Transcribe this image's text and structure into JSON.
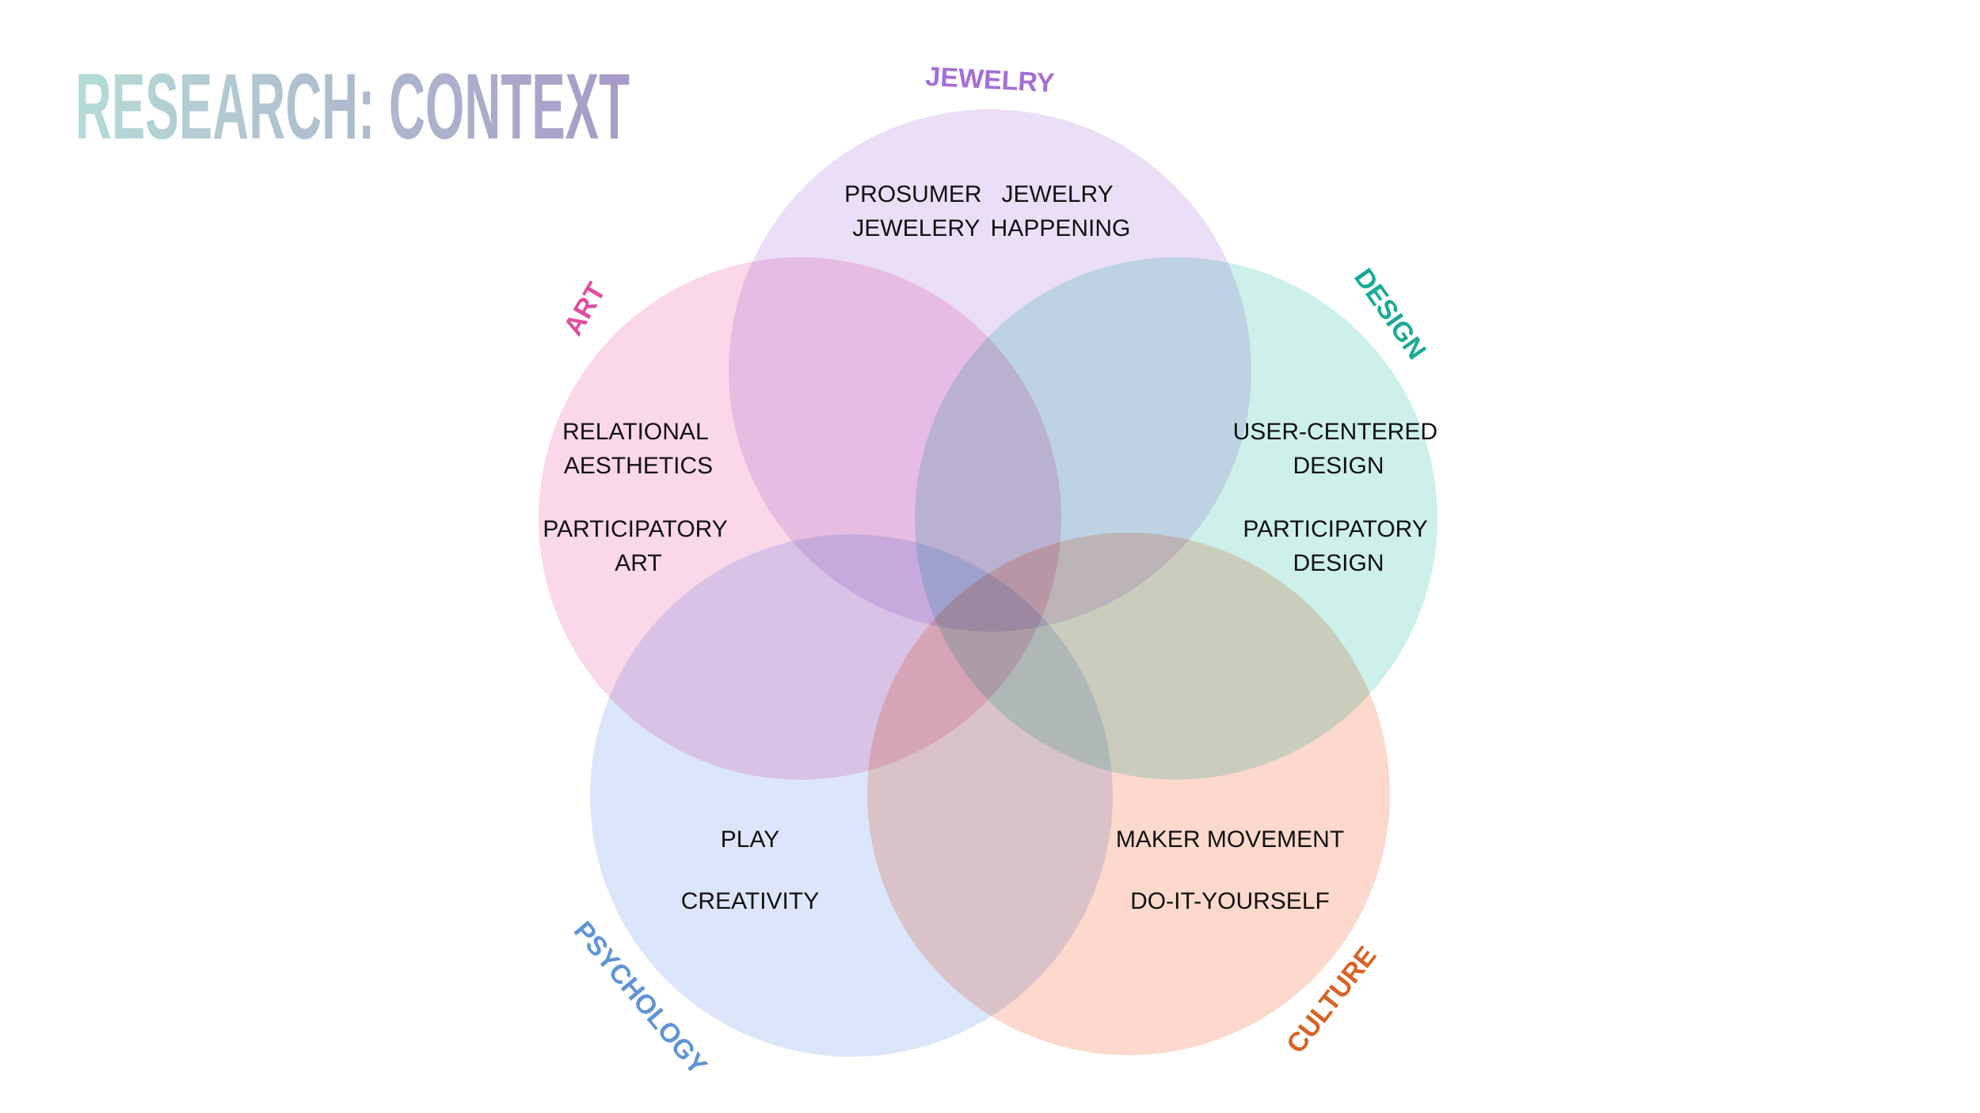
{
  "title": "RESEARCH: CONTEXT",
  "colors": {
    "title_start": "#B5DCD6",
    "title_end": "#A79AC7",
    "jewelry_fill": "#EBDFF7",
    "art_fill": "#FBD7EA",
    "design_fill": "#CDF1EA",
    "psychology_fill": "#DCE6FA",
    "culture_fill": "#FCD9CC",
    "jewelry_label": "#A36FD6",
    "art_label": "#E24C9F",
    "design_label": "#19A996",
    "psychology_label": "#5F94D6",
    "culture_label": "#D96225"
  },
  "categories": {
    "jewelry": "JEWELRY",
    "art": "ART",
    "design": "DESIGN",
    "psychology": "PSYCHOLOGY",
    "culture": "CULTURE"
  },
  "terms": {
    "jewelry": {
      "prosumer": [
        "PROSUMER",
        "JEWELERY"
      ],
      "happening": [
        "JEWELRY",
        "HAPPENING"
      ]
    },
    "art": {
      "relational": [
        "RELATIONAL",
        "AESTHETICS"
      ],
      "participatory": [
        "PARTICIPATORY",
        "ART"
      ]
    },
    "design": {
      "user_centered": [
        "USER-CENTERED",
        "DESIGN"
      ],
      "participatory": [
        "PARTICIPATORY",
        "DESIGN"
      ]
    },
    "psychology": {
      "play": "PLAY",
      "creativity": "CREATIVITY"
    },
    "culture": {
      "maker": "MAKER MOVEMENT",
      "diy": "DO-IT-YOURSELF"
    }
  }
}
